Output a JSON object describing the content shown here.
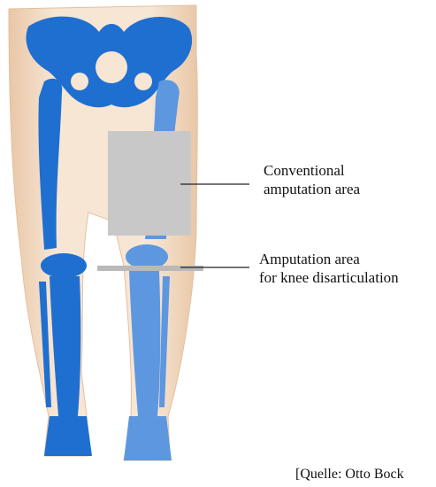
{
  "labels": {
    "conventional": {
      "line1": "Conventional",
      "line2": "amputation area"
    },
    "knee": {
      "line1": "Amputation area",
      "line2": "for knee disarticulation"
    }
  },
  "source": "[Quelle: Otto Bock",
  "colors": {
    "bone": "#1f6fd0",
    "bone_light": "#5d97e0",
    "skin": "#f3d9bf",
    "skin_edge": "#e8c3a0",
    "amputation_area": "#c8c8c8",
    "knee_line": "#b9b9b9",
    "leader_line": "#222222"
  }
}
